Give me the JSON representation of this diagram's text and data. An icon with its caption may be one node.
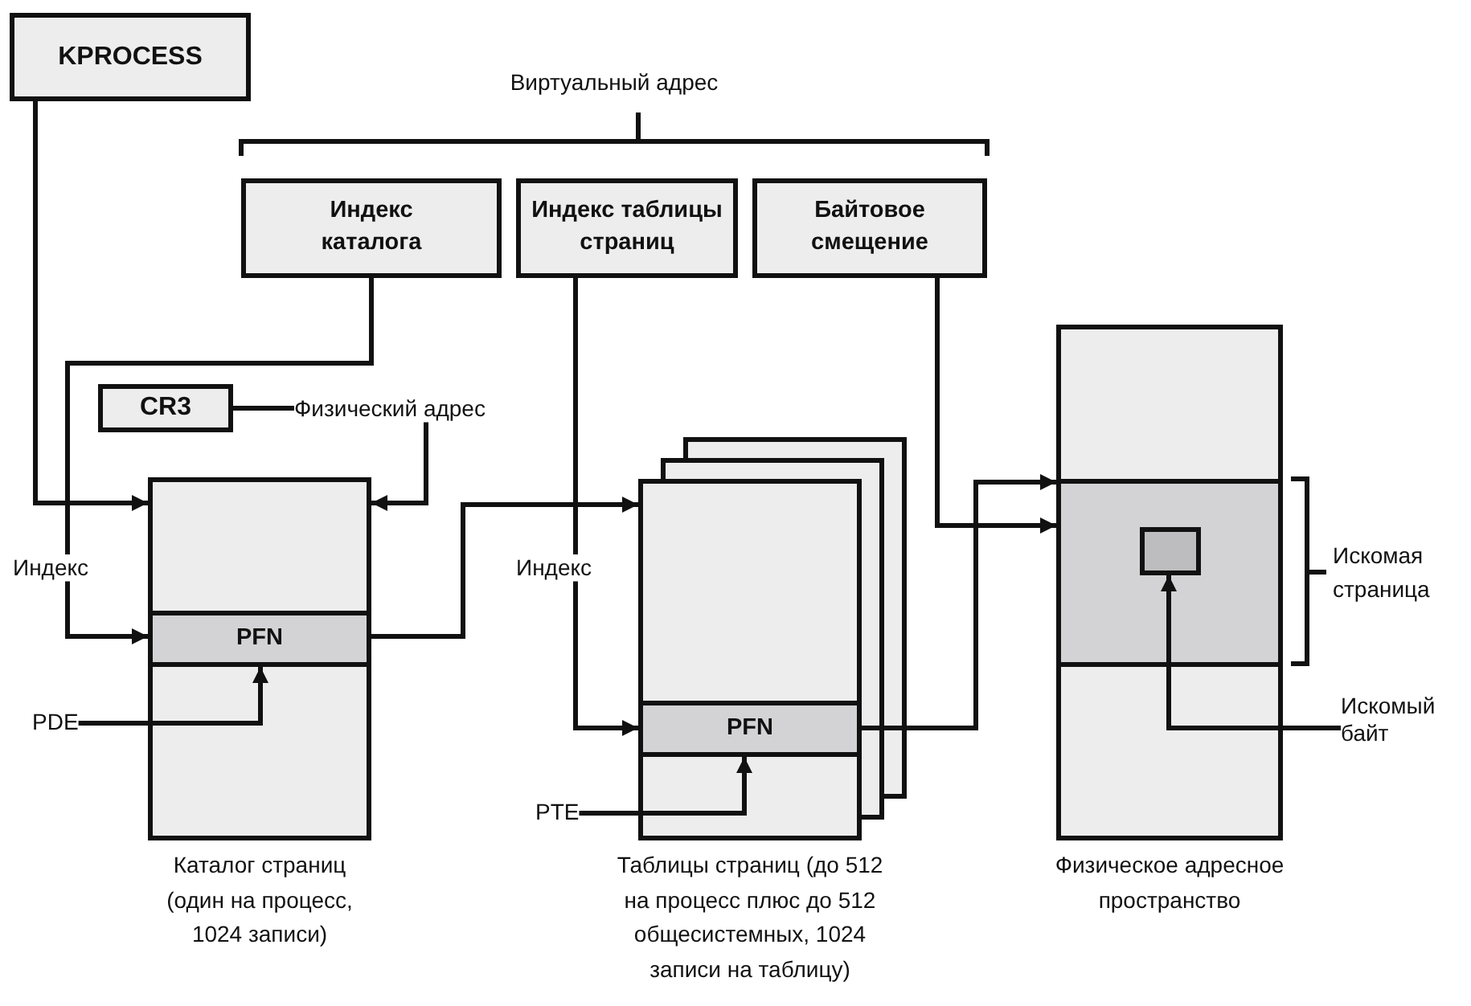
{
  "diagram": {
    "nodes": [
      {
        "text": [
          "KPROCESS"
        ]
      },
      {
        "text": [
          "Индекс каталога"
        ]
      },
      {
        "text": [
          "Индекс таблицы страниц"
        ]
      },
      {
        "text": [
          "Байтовое смещение"
        ]
      },
      {
        "text": [
          "CR3"
        ]
      },
      {
        "text": [],
        "shape": "box",
        "beside": [
          "Каталог страниц (один на процесс, 1024 записи)"
        ]
      },
      {
        "text": [
          "PFN"
        ],
        "in": 5
      },
      {
        "text": [],
        "shape": "box",
        "beside": [
          "Таблицы страниц (до 512 на процесс плюс до 512 общесистемных, 1024 записи на таблицу)"
        ]
      },
      {
        "text": [
          "PFN"
        ],
        "in": 7
      },
      {
        "text": [],
        "shape": "box",
        "beside": [
          "Физическое адресное пространство"
        ]
      },
      {
        "text": [],
        "shape": "box",
        "in": 9,
        "beside": [
          "Искомая страница"
        ]
      },
      {
        "text": [],
        "shape": "box",
        "in": 10
      },
      {
        "text": [
          "Физический адрес"
        ]
      },
      {
        "text": [
          "Индекс"
        ]
      },
      {
        "text": [
          "Индекс"
        ]
      },
      {
        "text": [
          "PDE"
        ]
      },
      {
        "text": [
          "PTE"
        ]
      },
      {
        "text": [
          "Искомый байт"
        ]
      }
    ],
    "edges": [
      {
        "from": 0,
        "to": 5,
        "arrow": "to"
      },
      {
        "from": 4,
        "to": 12,
        "arrow": "none"
      },
      {
        "from": 12,
        "to": 5,
        "arrow": "to"
      },
      {
        "from": 1,
        "to": 13,
        "arrow": "none"
      },
      {
        "from": 13,
        "to": 6,
        "arrow": "to"
      },
      {
        "from": 6,
        "to": 7,
        "arrow": "to"
      },
      {
        "from": 2,
        "to": 14,
        "arrow": "none"
      },
      {
        "from": 14,
        "to": 8,
        "arrow": "to"
      },
      {
        "from": 8,
        "to": 10,
        "arrow": "to"
      },
      {
        "from": 3,
        "to": 10,
        "arrow": "to"
      },
      {
        "from": 15,
        "to": 6,
        "arrow": "to"
      },
      {
        "from": 16,
        "to": 8,
        "arrow": "to"
      },
      {
        "from": 17,
        "to": 11,
        "arrow": "to"
      }
    ],
    "labels": [
      "Виртуальный адрес"
    ]
  }
}
